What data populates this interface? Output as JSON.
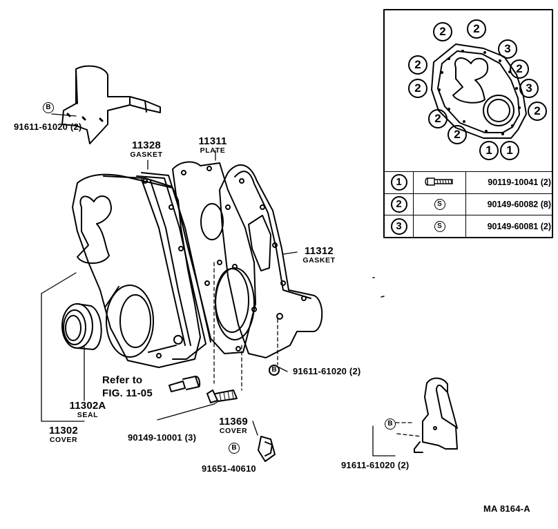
{
  "callouts": {
    "plate_no": "11311",
    "plate_name": "PLATE",
    "gasket1_no": "11328",
    "gasket1_name": "GASKET",
    "gasket2_no": "11312",
    "gasket2_name": "GASKET",
    "seal_no": "11302A",
    "seal_name": "SEAL",
    "cover_no": "11302",
    "cover_name": "COVER",
    "cover2_no": "11369",
    "cover2_name": "COVER",
    "bolt_top_left": "91611-61020 (2)",
    "bolt_right_mid": "91611-61020 (2)",
    "bolt_bottom_right": "91611-61020 (2)",
    "screw": "90149-10001 (3)",
    "clip": "91651-40610",
    "refer_line1": "Refer to",
    "refer_line2": "FIG. 11-05",
    "b_marker": "B"
  },
  "inset": {
    "markers": [
      "2",
      "2",
      "3",
      "2",
      "2",
      "3",
      "2",
      "2",
      "2",
      "2",
      "1",
      "1"
    ]
  },
  "legend": {
    "rows": [
      {
        "key": "1",
        "symbol": "bolt-icon",
        "part": "90119-10041 (2)"
      },
      {
        "key": "2",
        "symbol": "S",
        "part": "90149-60082 (8)"
      },
      {
        "key": "3",
        "symbol": "S",
        "part": "90149-60081 (2)"
      }
    ]
  },
  "footer": {
    "code": "MA  8164-A"
  }
}
